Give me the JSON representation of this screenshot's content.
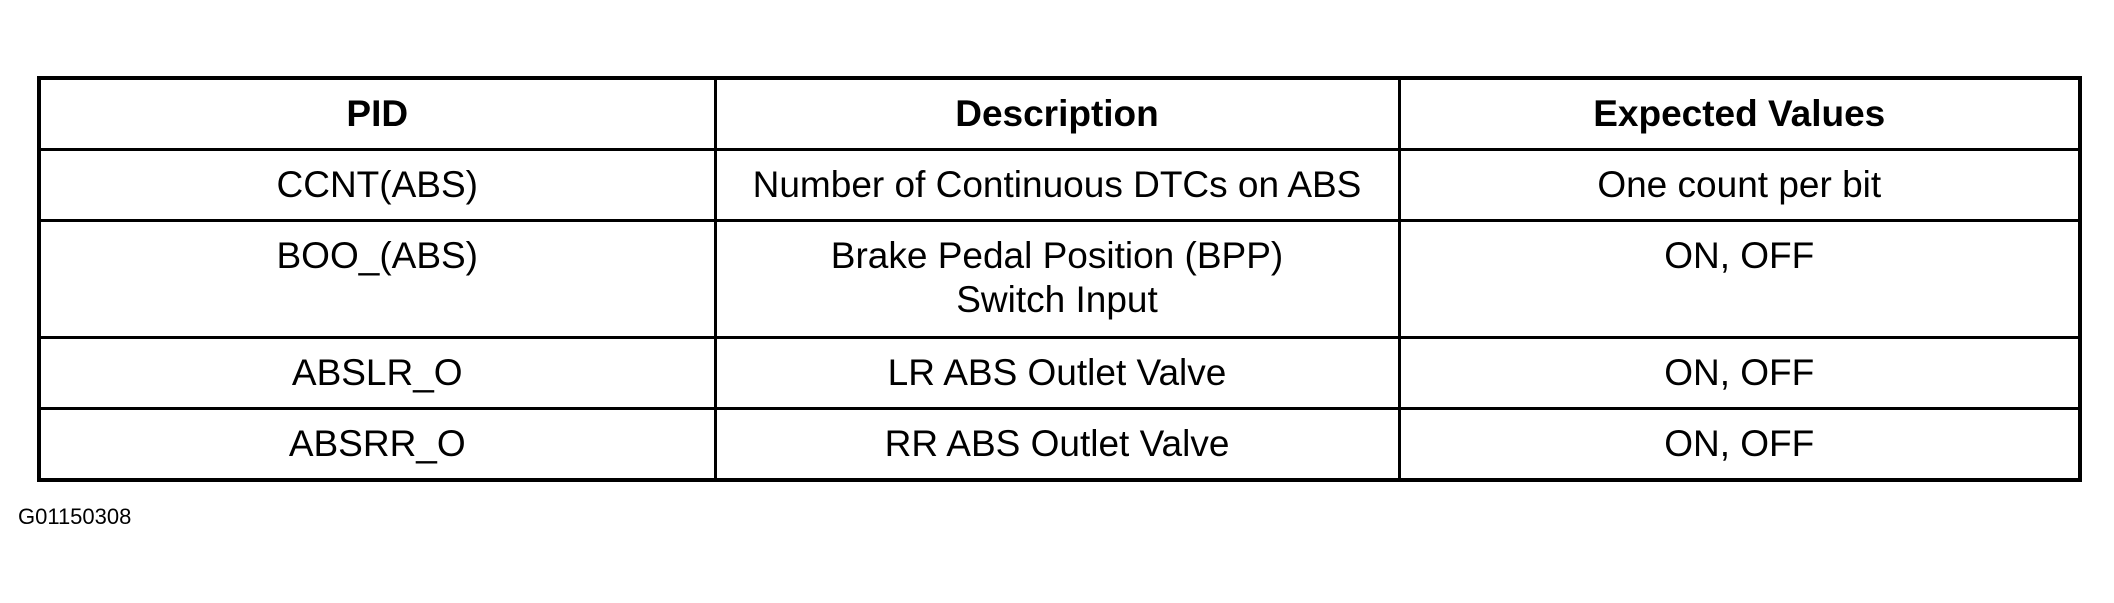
{
  "table": {
    "headers": [
      "PID",
      "Description",
      "Expected Values"
    ],
    "rows": [
      {
        "pid": "CCNT(ABS)",
        "description": [
          "Number of Continuous DTCs on ABS"
        ],
        "expected": "One count per bit"
      },
      {
        "pid": "BOO_(ABS)",
        "description": [
          "Brake Pedal Position (BPP)",
          "Switch Input"
        ],
        "expected": "ON, OFF"
      },
      {
        "pid": "ABSLR_O",
        "description": [
          "LR ABS Outlet Valve"
        ],
        "expected": "ON, OFF"
      },
      {
        "pid": "ABSRR_O",
        "description": [
          "RR ABS Outlet Valve"
        ],
        "expected": "ON, OFF"
      }
    ]
  },
  "figure_id": "G01150308"
}
